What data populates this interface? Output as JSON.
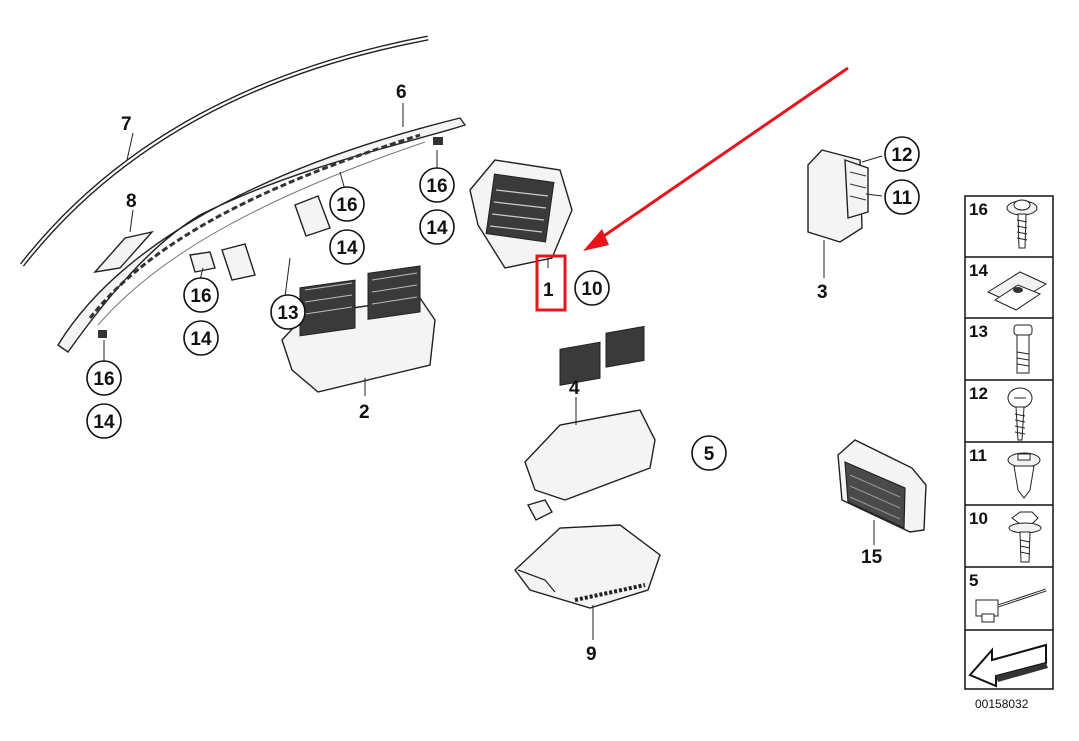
{
  "callouts": {
    "c1": "1",
    "c2": "2",
    "c3": "3",
    "c4": "4",
    "c5": "5",
    "c6": "6",
    "c7": "7",
    "c8": "8",
    "c9": "9",
    "c10": "10",
    "c11": "11",
    "c12": "12",
    "c13": "13",
    "c15": "15",
    "c16a": "16",
    "c14a": "14",
    "c16b": "16",
    "c14b": "14",
    "c16c": "16",
    "c14c": "14",
    "c16d": "16",
    "c14d": "14"
  },
  "legend": {
    "items": [
      "16",
      "14",
      "13",
      "12",
      "11",
      "10",
      "5"
    ]
  },
  "diagram_id": "00158032",
  "highlight": {
    "color": "#e8141c",
    "target": "1"
  }
}
